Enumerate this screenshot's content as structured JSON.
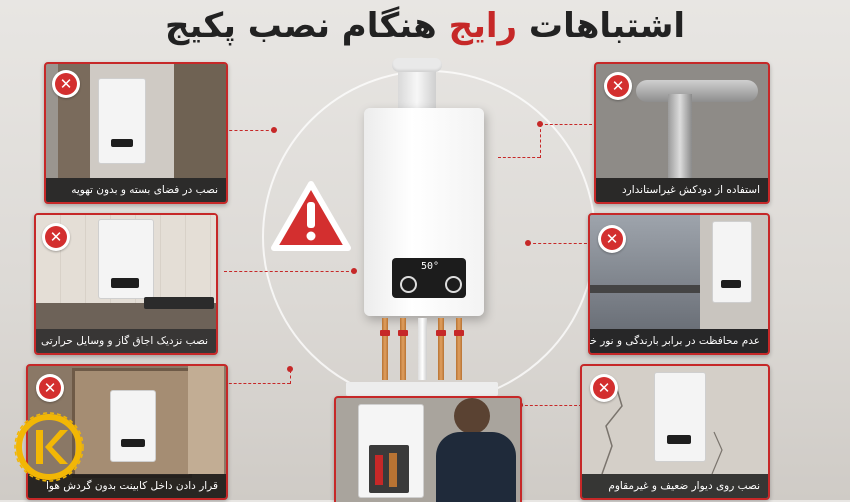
{
  "title": {
    "part1": "اشتباهات",
    "part_red": "رایج",
    "part2": "هنگام نصب پکیج"
  },
  "center": {
    "display_temp": "50°"
  },
  "cards": {
    "left_top": {
      "caption": "نصب در فضای بسته و بدون تهویه",
      "icon": "x-mark-icon"
    },
    "left_mid": {
      "caption": "نصب نزدیک اجاق گاز و وسایل حرارتی",
      "icon": "x-mark-icon"
    },
    "left_bottom": {
      "caption": "قرار دادن داخل کابینت بدون گردش هوا",
      "icon": "x-mark-icon"
    },
    "right_top": {
      "caption": "استفاده از دودکش غیراستاندارد",
      "icon": "x-mark-icon"
    },
    "right_mid": {
      "caption": "عدم محافظت در برابر بارندگی و نور خورشید",
      "icon": "x-mark-icon"
    },
    "right_bottom": {
      "caption": "نصب روی دیوار ضعیف و غیرمقاوم",
      "icon": "x-mark-icon"
    }
  },
  "colors": {
    "accent_red": "#c62828",
    "logo_gold": "#f2b705"
  }
}
